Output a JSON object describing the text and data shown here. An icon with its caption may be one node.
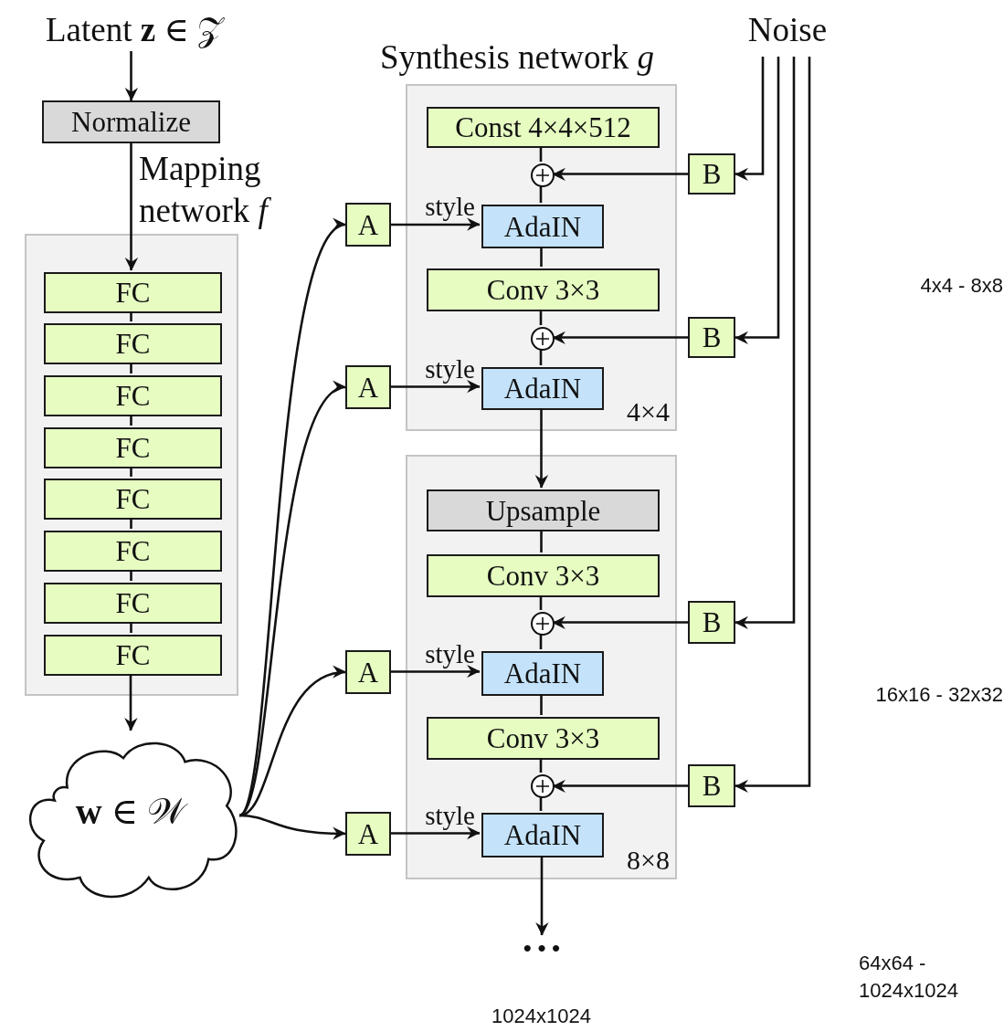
{
  "diagram": {
    "nodes": [
      {
        "text": [
          "Latent **z** ∈ 𝒵"
        ]
      },
      {
        "text": [
          "Normalize"
        ]
      },
      {
        "text": [
          "Mapping network *f*"
        ]
      },
      {
        "text": [
          "FC"
        ],
        "in": 2
      },
      {
        "text": [
          "FC"
        ],
        "in": 2
      },
      {
        "text": [
          "FC"
        ],
        "in": 2
      },
      {
        "text": [
          "FC"
        ],
        "in": 2
      },
      {
        "text": [
          "FC"
        ],
        "in": 2
      },
      {
        "text": [
          "FC"
        ],
        "in": 2
      },
      {
        "text": [
          "FC"
        ],
        "in": 2
      },
      {
        "text": [
          "FC"
        ],
        "in": 2
      },
      {
        "text": [
          "**w** ∈ 𝒲"
        ]
      },
      {
        "text": [
          "Synthesis network *g*",
          "4×4"
        ]
      },
      {
        "text": [
          "Const 4×4×512"
        ],
        "in": 12
      },
      {
        "text": [],
        "shape": "circle",
        "in": 12
      },
      {
        "text": [
          "AdaIN"
        ],
        "in": 12
      },
      {
        "text": [
          "Conv 3×3"
        ],
        "in": 12
      },
      {
        "text": [],
        "shape": "circle",
        "in": 12
      },
      {
        "text": [
          "AdaIN"
        ],
        "in": 12
      },
      {
        "text": [
          "8×8"
        ]
      },
      {
        "text": [
          "Upsample"
        ],
        "in": 19
      },
      {
        "text": [
          "Conv 3×3"
        ],
        "in": 19
      },
      {
        "text": [],
        "shape": "circle",
        "in": 19
      },
      {
        "text": [
          "AdaIN"
        ],
        "in": 19
      },
      {
        "text": [
          "Conv 3×3"
        ],
        "in": 19
      },
      {
        "text": [],
        "shape": "circle",
        "in": 19
      },
      {
        "text": [
          "AdaIN"
        ],
        "in": 19
      },
      {
        "text": [
          "A"
        ]
      },
      {
        "text": [
          "A"
        ]
      },
      {
        "text": [
          "A"
        ]
      },
      {
        "text": [
          "A"
        ]
      },
      {
        "text": [
          "B"
        ]
      },
      {
        "text": [
          "B"
        ]
      },
      {
        "text": [
          "B"
        ]
      },
      {
        "text": [
          "B"
        ]
      },
      {
        "text": [
          "Noise"
        ]
      },
      {
        "text": [
          "• • •"
        ]
      }
    ],
    "edges": [
      {
        "from": 0,
        "to": 1,
        "arrow": "to"
      },
      {
        "from": 1,
        "to": 3,
        "arrow": "to"
      },
      {
        "from": 3,
        "to": 4,
        "arrow": "none"
      },
      {
        "from": 4,
        "to": 5,
        "arrow": "none"
      },
      {
        "from": 5,
        "to": 6,
        "arrow": "none"
      },
      {
        "from": 6,
        "to": 7,
        "arrow": "none"
      },
      {
        "from": 7,
        "to": 8,
        "arrow": "none"
      },
      {
        "from": 8,
        "to": 9,
        "arrow": "none"
      },
      {
        "from": 9,
        "to": 10,
        "arrow": "none"
      },
      {
        "from": 10,
        "to": 11,
        "arrow": "to"
      },
      {
        "from": 11,
        "to": 27,
        "arrow": "to"
      },
      {
        "from": 11,
        "to": 28,
        "arrow": "to"
      },
      {
        "from": 11,
        "to": 29,
        "arrow": "to"
      },
      {
        "from": 11,
        "to": 30,
        "arrow": "to"
      },
      {
        "from": 27,
        "to": 15,
        "arrow": "to",
        "label": "style"
      },
      {
        "from": 28,
        "to": 18,
        "arrow": "to",
        "label": "style"
      },
      {
        "from": 29,
        "to": 23,
        "arrow": "to",
        "label": "style"
      },
      {
        "from": 30,
        "to": 26,
        "arrow": "to",
        "label": "style"
      },
      {
        "from": 13,
        "to": 14,
        "arrow": "none"
      },
      {
        "from": 14,
        "to": 15,
        "arrow": "none"
      },
      {
        "from": 15,
        "to": 16,
        "arrow": "none"
      },
      {
        "from": 16,
        "to": 17,
        "arrow": "none"
      },
      {
        "from": 17,
        "to": 18,
        "arrow": "none"
      },
      {
        "from": 18,
        "to": 20,
        "arrow": "to"
      },
      {
        "from": 20,
        "to": 21,
        "arrow": "none"
      },
      {
        "from": 21,
        "to": 22,
        "arrow": "none"
      },
      {
        "from": 22,
        "to": 23,
        "arrow": "none"
      },
      {
        "from": 23,
        "to": 24,
        "arrow": "none"
      },
      {
        "from": 24,
        "to": 25,
        "arrow": "none"
      },
      {
        "from": 25,
        "to": 26,
        "arrow": "none"
      },
      {
        "from": 26,
        "to": 36,
        "arrow": "to"
      },
      {
        "from": 31,
        "to": 14,
        "arrow": "to"
      },
      {
        "from": 32,
        "to": 17,
        "arrow": "to"
      },
      {
        "from": 33,
        "to": 22,
        "arrow": "to"
      },
      {
        "from": 34,
        "to": 25,
        "arrow": "to"
      },
      {
        "from": 35,
        "to": 31,
        "arrow": "to"
      },
      {
        "from": 35,
        "to": 32,
        "arrow": "to"
      },
      {
        "from": 35,
        "to": 33,
        "arrow": "to"
      },
      {
        "from": 35,
        "to": 34,
        "arrow": "to"
      }
    ],
    "labels": [
      "4x4 - 8x8",
      "16x16 - 32x32",
      "64x64 - 1024x1024",
      "1024x1024"
    ]
  }
}
